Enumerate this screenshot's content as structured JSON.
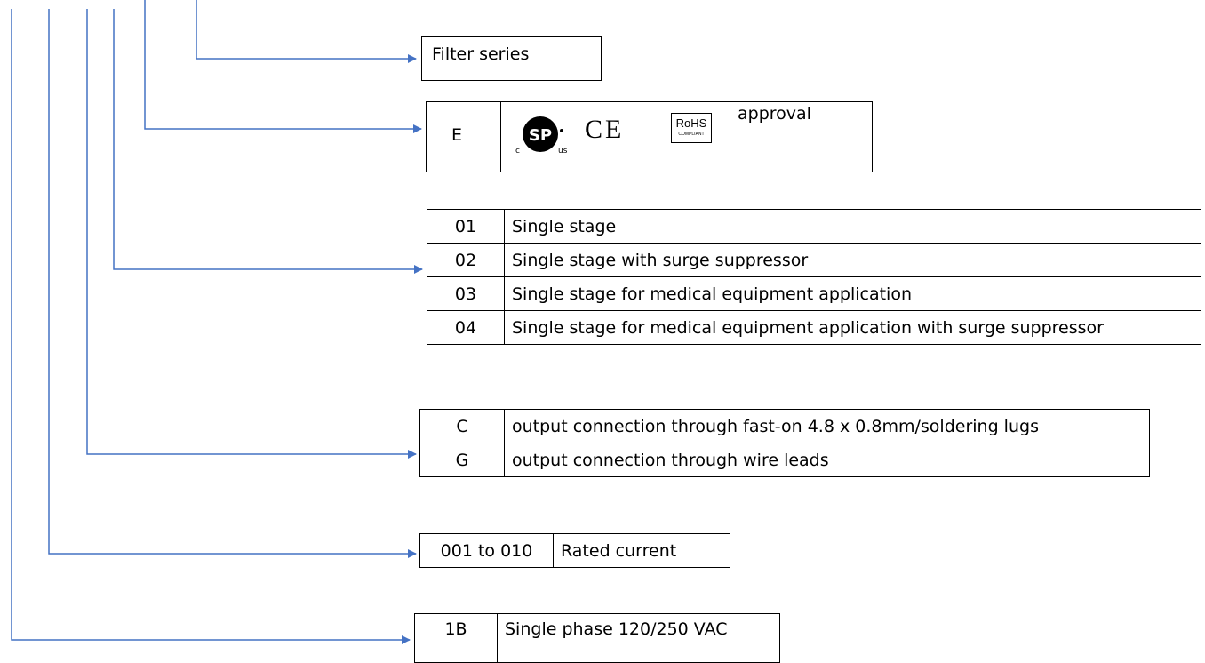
{
  "filter_series": {
    "label": "Filter series"
  },
  "approval": {
    "code": "E",
    "label": "approval",
    "marks": {
      "csa_c": "c",
      "csa_us": "us",
      "ce": "CE",
      "rohs": "RoHS",
      "rohs_sub": "COMPLIANT"
    }
  },
  "stage": {
    "rows": [
      {
        "code": "01",
        "desc": "Single stage"
      },
      {
        "code": "02",
        "desc": "Single stage with surge suppressor"
      },
      {
        "code": "03",
        "desc": "Single stage for medical equipment application"
      },
      {
        "code": "04",
        "desc": "Single stage for medical equipment application with surge suppressor"
      }
    ]
  },
  "connection": {
    "rows": [
      {
        "code": "C",
        "desc": "output connection through fast-on 4.8 x 0.8mm/soldering lugs"
      },
      {
        "code": "G",
        "desc": "output connection through wire leads"
      }
    ]
  },
  "current": {
    "code": "001 to 010",
    "desc": "Rated current"
  },
  "phase": {
    "code": "1B",
    "desc": "Single phase 120/250 VAC"
  },
  "colors": {
    "connector": "#4472c4",
    "border": "#000000"
  }
}
